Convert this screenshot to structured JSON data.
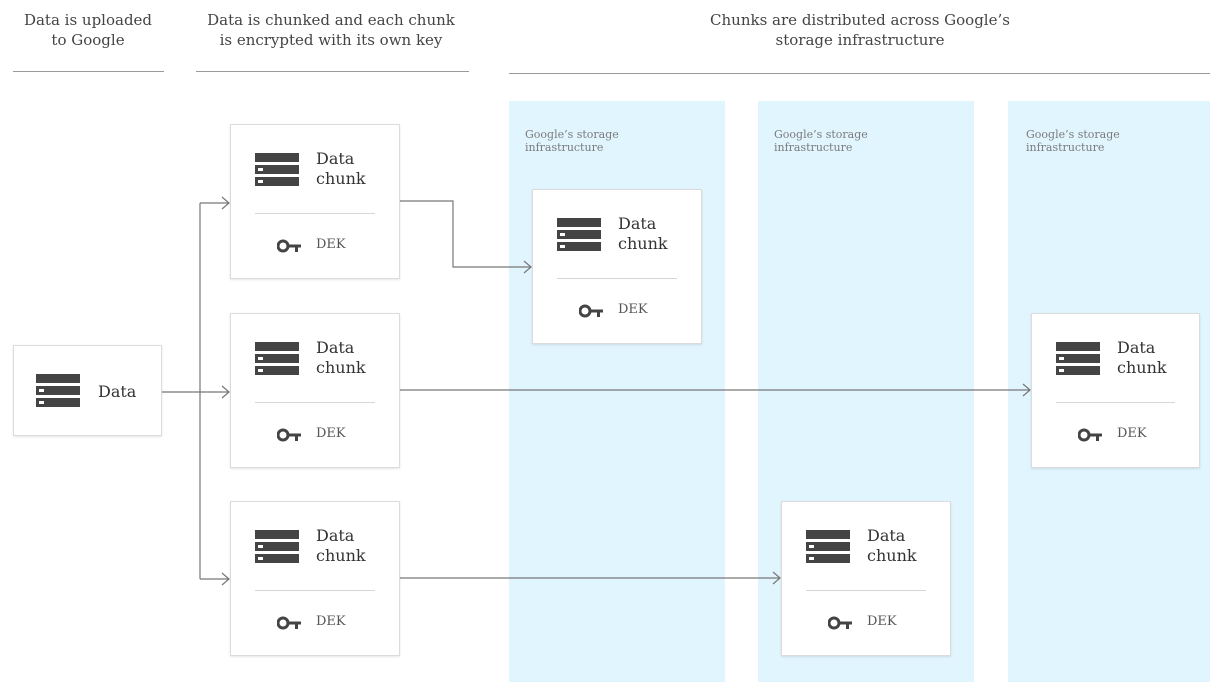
{
  "headers": {
    "uploaded": "Data is uploaded\nto Google",
    "chunked": "Data is chunked and each chunk\nis encrypted with its own key",
    "distributed": "Chunks are distributed across Google’s\nstorage infrastructure"
  },
  "source": {
    "label": "Data",
    "icon": "database-icon"
  },
  "chunk": {
    "label": "Data\nchunk",
    "key_label": "DEK",
    "icon": "database-icon",
    "key_icon": "key-icon"
  },
  "storage_zones": [
    {
      "label": "Google’s storage\ninfrastructure"
    },
    {
      "label": "Google’s storage\ninfrastructure"
    },
    {
      "label": "Google’s storage\ninfrastructure"
    }
  ],
  "colors": {
    "zone_background": "#e1f5fe",
    "card_border": "#dcdcdc",
    "arrow": "#777777",
    "icon": "#444444"
  }
}
